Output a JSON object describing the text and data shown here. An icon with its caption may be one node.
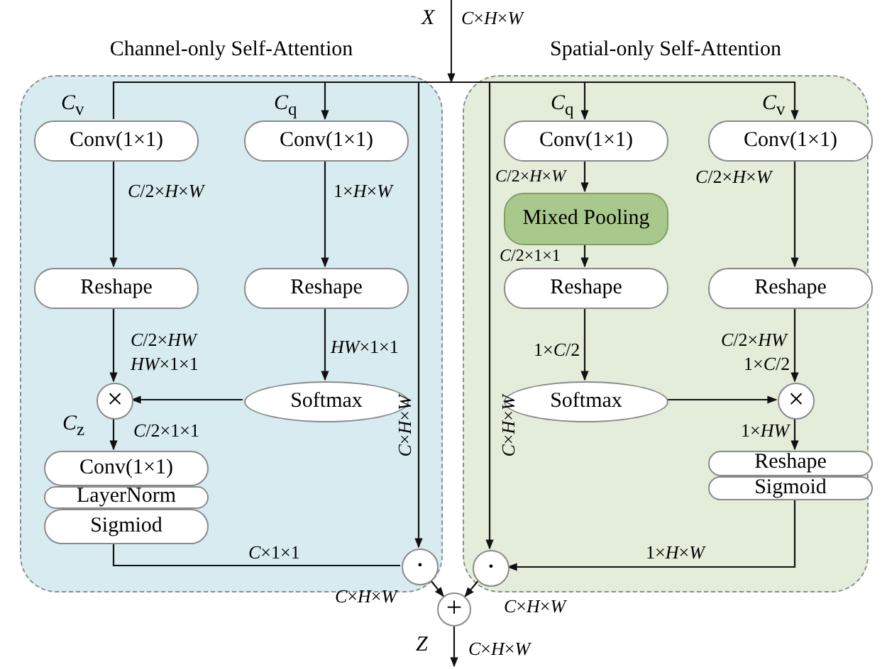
{
  "diagram": {
    "nodes": [
      {
        "text": [
          "Channel-only Self-Attention"
        ]
      },
      {
        "text": [
          "Conv(1×1)"
        ],
        "in": 0,
        "beside": [
          "*C*$_{v}$"
        ]
      },
      {
        "text": [
          "Conv(1×1)"
        ],
        "in": 0,
        "beside": [
          "*C*$_{q}$"
        ]
      },
      {
        "text": [
          "Reshape"
        ],
        "in": 0
      },
      {
        "text": [
          "Reshape"
        ],
        "in": 0
      },
      {
        "text": [
          "×"
        ],
        "in": 0
      },
      {
        "text": [
          "Softmax"
        ],
        "in": 0
      },
      {
        "text": [
          "Conv(1×1)"
        ],
        "in": 0,
        "beside": [
          "*C*$_{z}$"
        ]
      },
      {
        "text": [
          "LayerNorm"
        ],
        "in": 0
      },
      {
        "text": [
          "Sigmiod"
        ],
        "in": 0
      },
      {
        "text": [
          "·"
        ],
        "in": 0
      },
      {
        "text": [
          "Spatial-only Self-Attention"
        ]
      },
      {
        "text": [
          "Conv(1×1)"
        ],
        "in": 11,
        "beside": [
          "*C*$_{q}$"
        ]
      },
      {
        "text": [
          "Conv(1×1)"
        ],
        "in": 11,
        "beside": [
          "*C*$_{v}$"
        ]
      },
      {
        "text": [
          "Mixed Pooling"
        ],
        "in": 11
      },
      {
        "text": [
          "Reshape"
        ],
        "in": 11
      },
      {
        "text": [
          "Reshape"
        ],
        "in": 11
      },
      {
        "text": [
          "Softmax"
        ],
        "in": 11
      },
      {
        "text": [
          "×"
        ],
        "in": 11
      },
      {
        "text": [
          "Reshape"
        ],
        "in": 11
      },
      {
        "text": [
          "Sigmoid"
        ],
        "in": 11
      },
      {
        "text": [
          "·"
        ],
        "in": 11
      },
      {
        "text": [
          "+"
        ]
      }
    ],
    "edges": [
      {
        "from": null,
        "to": 1,
        "arrow": "none"
      },
      {
        "from": null,
        "to": 2,
        "arrow": "to"
      },
      {
        "from": null,
        "to": 10,
        "arrow": "to",
        "label": "*C*×*H*×*W*"
      },
      {
        "from": null,
        "to": 21,
        "arrow": "to",
        "label": "*C*×*H*×*W*"
      },
      {
        "from": null,
        "to": 12,
        "arrow": "to"
      },
      {
        "from": null,
        "to": 13,
        "arrow": "to"
      },
      {
        "from": 1,
        "to": 3,
        "arrow": "to",
        "label": "*C*/2×*H*×*W*"
      },
      {
        "from": 2,
        "to": 4,
        "arrow": "to",
        "label": "1×*H*×*W*"
      },
      {
        "from": 3,
        "to": 5,
        "arrow": "to",
        "label": "*C*/2×*HW*"
      },
      {
        "from": 4,
        "to": 6,
        "arrow": "to",
        "label": "*HW*×1×1"
      },
      {
        "from": 6,
        "to": 5,
        "arrow": "to"
      },
      {
        "from": 5,
        "to": 7,
        "arrow": "to",
        "label": "*C*/2×1×1"
      },
      {
        "from": 9,
        "to": 10,
        "arrow": "none",
        "label": "*C*×1×1"
      },
      {
        "from": 10,
        "to": 22,
        "arrow": "to",
        "label": "*C*×*H*×*W*"
      },
      {
        "from": 12,
        "to": 14,
        "arrow": "to",
        "label": "*C*/2×*H*×*W*"
      },
      {
        "from": 14,
        "to": 15,
        "arrow": "to",
        "label": "*C*/2×1×1"
      },
      {
        "from": 15,
        "to": 17,
        "arrow": "to",
        "label": "1×*C*/2"
      },
      {
        "from": 13,
        "to": 16,
        "arrow": "to",
        "label": "*C*/2×*H*×*W*"
      },
      {
        "from": 16,
        "to": 18,
        "arrow": "to",
        "label": "*C*/2×*HW*"
      },
      {
        "from": 17,
        "to": 18,
        "arrow": "to"
      },
      {
        "from": 18,
        "to": 19,
        "arrow": "to",
        "label": "1×*HW*"
      },
      {
        "from": 20,
        "to": 21,
        "arrow": "to",
        "label": "1×*H*×*W*"
      },
      {
        "from": 21,
        "to": 22,
        "arrow": "to",
        "label": "*C*×*H*×*W*"
      },
      {
        "from": 22,
        "to": null,
        "arrow": "to",
        "label": "*C*×*H*×*W*"
      }
    ],
    "labels": [
      "*X*",
      "*C*×*H*×*W*",
      "*HW*×1×1",
      "1×*C*/2",
      "*Z*"
    ]
  }
}
